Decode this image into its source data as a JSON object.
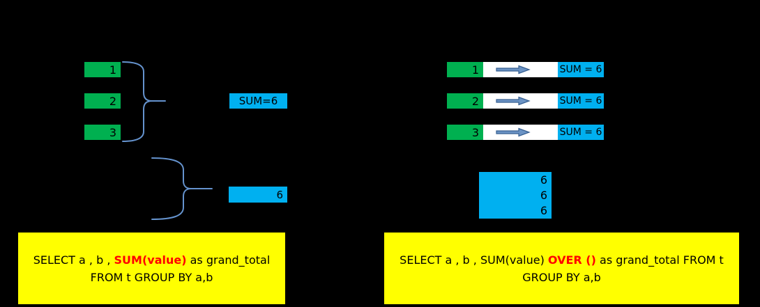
{
  "background_color": "#000000",
  "colors": {
    "group_box": "#00B050",
    "result_box": "#00B0F0",
    "caption_box": "#FFFF00",
    "highlight_text": "#FF0000",
    "brace": "#6593CE",
    "arrow_fill": "#6B93C4",
    "arrow_stroke": "#365F91",
    "row_background": "#FFFFFF"
  },
  "left_panel": {
    "rows": [
      {
        "value": "1"
      },
      {
        "value": "2"
      },
      {
        "value": "3"
      }
    ],
    "sum_label": "SUM=6",
    "total_value": "6",
    "query": {
      "line1_pre": "SELECT a , b , ",
      "line1_highlight": "SUM(value)",
      "line1_post": " as grand_total",
      "line2": "FROM t GROUP BY a,b"
    }
  },
  "right_panel": {
    "rows": [
      {
        "value": "1",
        "sum_label": "SUM = 6"
      },
      {
        "value": "2",
        "sum_label": "SUM = 6"
      },
      {
        "value": "3",
        "sum_label": "SUM = 6"
      }
    ],
    "total_values": {
      "0": "6",
      "1": "6",
      "2": "6"
    },
    "query": {
      "line1_pre": "SELECT a , b , SUM(value) ",
      "line1_highlight": "OVER ()",
      "line1_post": "  as grand_total FROM t",
      "line2": "GROUP BY a,b"
    }
  }
}
